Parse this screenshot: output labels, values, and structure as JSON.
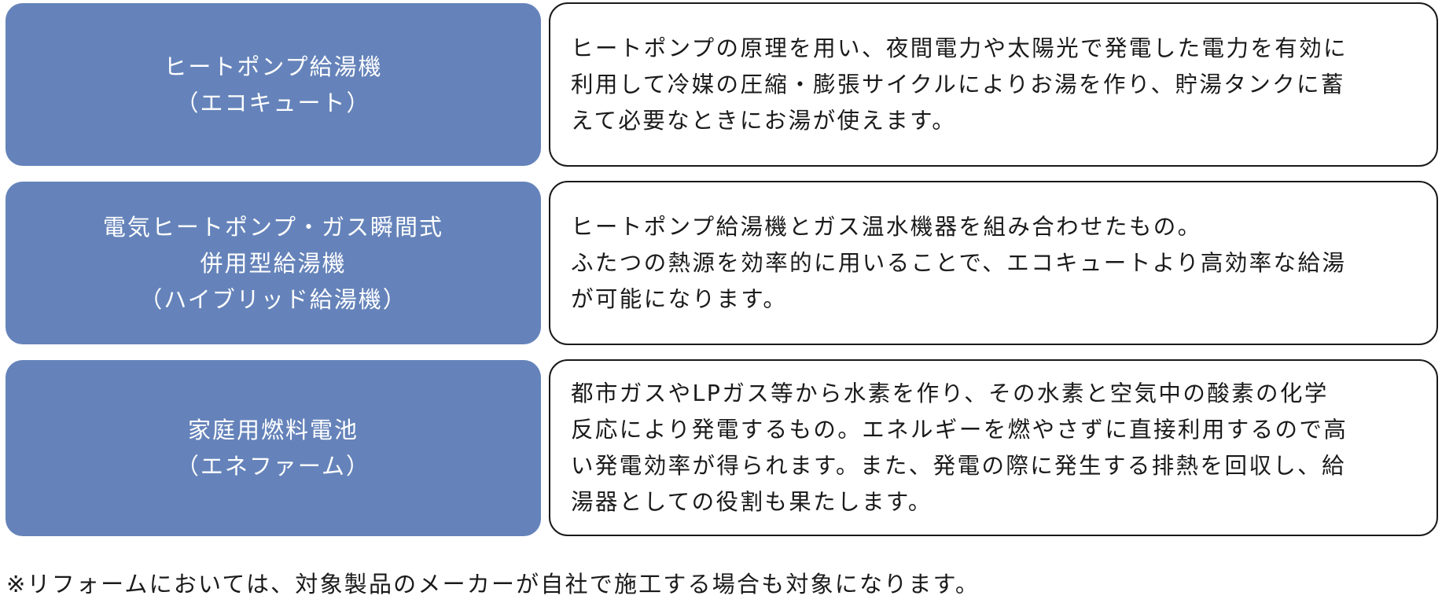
{
  "rows": [
    {
      "label": "ヒートポンプ給湯機\n（エコキュート）",
      "description": "ヒートポンプの原理を用い、夜間電力や太陽光で発電した電力を有効に\n利用して冷媒の圧縮・膨張サイクルによりお湯を作り、貯湯タンクに蓄\nえて必要なときにお湯が使えます。"
    },
    {
      "label": "電気ヒートポンプ・ガス瞬間式\n併用型給湯機\n（ハイブリッド給湯機）",
      "description": "ヒートポンプ給湯機とガス温水機器を組み合わせたもの。\nふたつの熱源を効率的に用いることで、エコキュートより高効率な給湯\nが可能になります。"
    },
    {
      "label": "家庭用燃料電池\n（エネファーム）",
      "description": "都市ガスやLPガス等から水素を作り、その水素と空気中の酸素の化学\n反応により発電するもの。エネルギーを燃やさずに直接利用するので高\nい発電効率が得られます。また、発電の際に発生する排熱を回収し、給\n湯器としての役割も果たします。"
    }
  ],
  "note": "※リフォームにおいては、対象製品のメーカーが自社で施工する場合も対象になります。",
  "colors": {
    "label_background": "#6583ba",
    "label_text": "#ffffff",
    "border": "#1a1a1a"
  }
}
